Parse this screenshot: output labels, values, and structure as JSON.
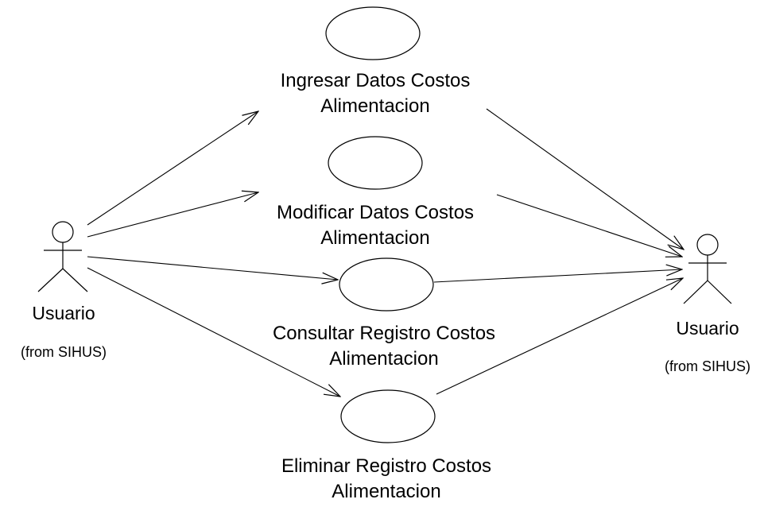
{
  "actors": [
    {
      "name": "Usuario",
      "from": "(from SIHUS)"
    },
    {
      "name": "Usuario",
      "from": "(from SIHUS)"
    }
  ],
  "use_cases": [
    {
      "line1": "Ingresar Datos Costos",
      "line2": "Alimentacion"
    },
    {
      "line1": "Modificar Datos Costos",
      "line2": "Alimentacion"
    },
    {
      "line1": "Consultar Registro Costos",
      "line2": "Alimentacion"
    },
    {
      "line1": "Eliminar Registro Costos",
      "line2": "Alimentacion"
    }
  ],
  "colors": {
    "stroke": "#000000",
    "background": "#ffffff"
  }
}
